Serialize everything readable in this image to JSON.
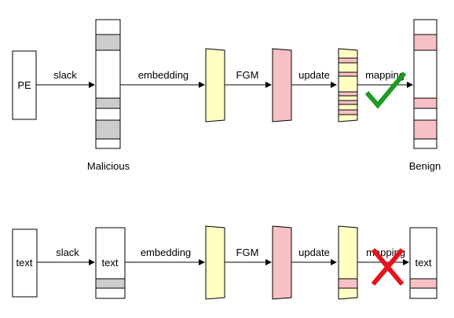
{
  "top_row": {
    "input_label": "PE",
    "edge_labels": {
      "slack": "slack",
      "embedding": "embedding",
      "fgm": "FGM",
      "update": "update",
      "mapping": "mapping"
    },
    "malicious_caption": "Malicious",
    "benign_caption": "Benign",
    "result_mark": "checkmark"
  },
  "bottom_row": {
    "input_label": "text",
    "middle_label": "text",
    "output_label": "text",
    "edge_labels": {
      "slack": "slack",
      "embedding": "embedding",
      "fgm": "FGM",
      "update": "update",
      "mapping": "mapping"
    },
    "result_mark": "cross"
  },
  "colors": {
    "gray_section": "#cccccc",
    "yellow_vector": "#ffffc4",
    "pink_vector": "#f7c0c4",
    "check_green": "#1f9a22",
    "cross_red": "#e8121c"
  }
}
